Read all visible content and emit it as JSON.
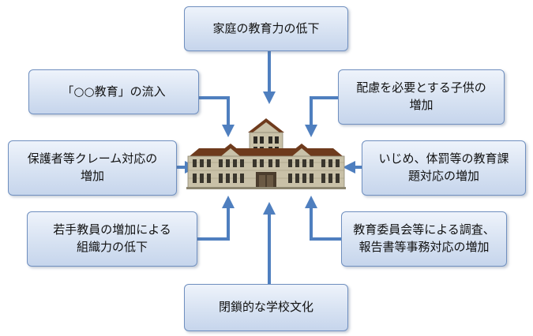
{
  "boxes": {
    "top": "家庭の教育力の低下",
    "top_left": "「○○教育」の流入",
    "top_right": "配慮を必要とする子供の\n増加",
    "mid_left": "保護者等クレーム対応の\n増加",
    "mid_right": "いじめ、体罰等の教育課\n題対応の増加",
    "bottom_left": "若手教員の増加による\n組織力の低下",
    "bottom_right": "教育委員会等による調査、\n報告書等事務対応の増加",
    "bottom": "閉鎖的な学校文化"
  },
  "colors": {
    "arrow": "#4f7fbf",
    "box_border": "#6f8fbf",
    "box_fill": "#d7e2f2",
    "building_wall": "#c9c1a8",
    "building_roof": "#6e3a1c"
  },
  "icons": {
    "center": "school-building-icon"
  }
}
